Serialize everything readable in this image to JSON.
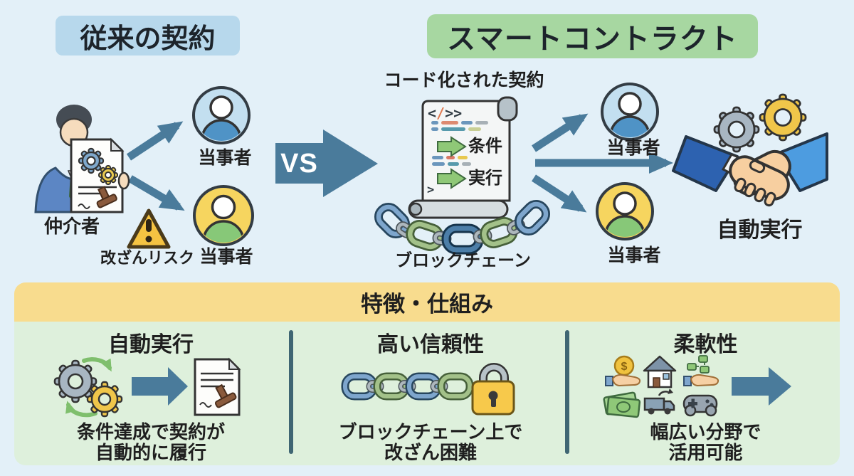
{
  "colors": {
    "background": "#e3f0f8",
    "accent_steel": "#4a7b9b",
    "badge_blue": "#b7d8ec",
    "badge_green": "#a7d7a1",
    "banner_yellow": "#f8dc8e",
    "panel_green": "#def0dc",
    "warning_yellow": "#f5c342",
    "text": "#1f1f1f"
  },
  "header": {
    "traditional_title": "従来の契約",
    "smart_title": "スマートコントラクト"
  },
  "vs_label": "VS",
  "traditional": {
    "intermediary_label": "仲介者",
    "tamper_risk_label": "改ざんリスク",
    "party_top_label": "当事者",
    "party_bottom_label": "当事者"
  },
  "smart": {
    "coded_contract_label": "コード化された契約",
    "code_tag": {
      "lt": "<",
      "slash": "/",
      "gt1": ">",
      "gt2": ">"
    },
    "code_prompt": ">",
    "condition_label": "条件",
    "execute_label": "実行",
    "blockchain_label": "ブロックチェーン",
    "party_top_label": "当事者",
    "party_bottom_label": "当事者",
    "auto_execute_label": "自動実行"
  },
  "features": {
    "header_label": "特徴・仕組み",
    "columns": [
      {
        "title": "自動実行",
        "caption_line1": "条件達成で契約が",
        "caption_line2": "自動的に履行"
      },
      {
        "title": "高い信頼性",
        "caption_line1": "ブロックチェーン上で",
        "caption_line2": "改ざん困難"
      },
      {
        "title": "柔軟性",
        "caption_line1": "幅広い分野で",
        "caption_line2": "活用可能"
      }
    ]
  },
  "icons": {
    "dollar_sign": "$"
  }
}
